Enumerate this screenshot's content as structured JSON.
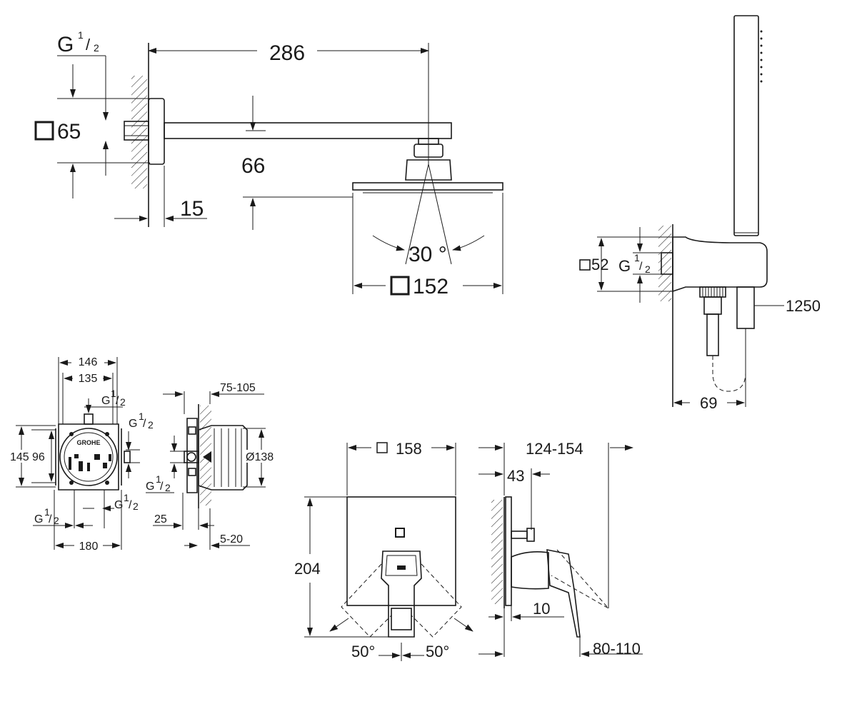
{
  "brand": "GROHE",
  "top": {
    "thread": "G",
    "thread_num": "1",
    "thread_den": "2",
    "arm_length": "286",
    "flange_size": "65",
    "arm_drop": "66",
    "wall_offset": "15",
    "tilt_angle": "30 °",
    "head_size": "152"
  },
  "holder": {
    "flange_size": "52",
    "thread": "G",
    "thread_num": "1",
    "thread_den": "2",
    "hose_length": "1250",
    "projection": "69"
  },
  "box_front": {
    "width_outer": "146",
    "width_inner": "135",
    "thread_top": "G",
    "height_outer": "145",
    "height_inner": "96",
    "thread_right": "G",
    "thread_bottom_left": "G",
    "thread_bottom_right": "G",
    "total_width": "180",
    "num": "1",
    "den": "2"
  },
  "box_side": {
    "depth_range": "75-105",
    "diameter": "Ø138",
    "thread_left": "G",
    "num": "1",
    "den": "2",
    "offset": "25",
    "plaster_range": "5-20"
  },
  "trim_front": {
    "size": "158",
    "height": "204",
    "angle_left": "50°",
    "angle_right": "50°"
  },
  "trim_side": {
    "depth_range": "124-154",
    "depth_a": "43",
    "depth_b": "10",
    "lever_range": "80-110"
  }
}
